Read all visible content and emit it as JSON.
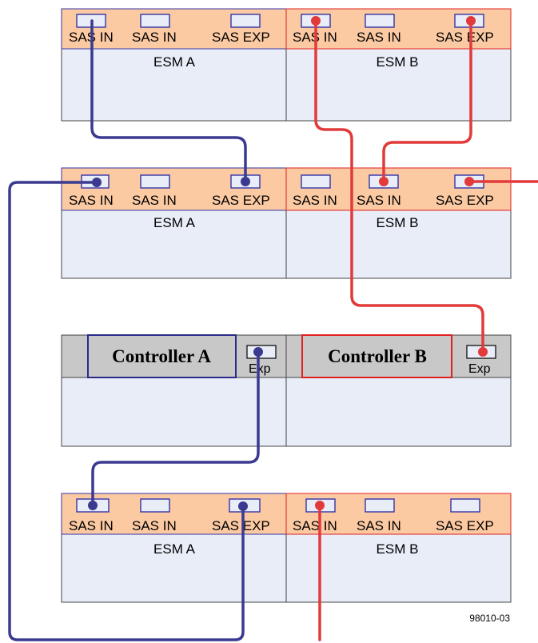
{
  "shelves": [
    {
      "left": {
        "ports": [
          "SAS IN",
          "SAS IN",
          "SAS EXP"
        ],
        "title": "ESM A"
      },
      "right": {
        "ports": [
          "SAS IN",
          "SAS IN",
          "SAS EXP"
        ],
        "title": "ESM B"
      }
    },
    {
      "left": {
        "ports": [
          "SAS IN",
          "SAS IN",
          "SAS EXP"
        ],
        "title": "ESM A"
      },
      "right": {
        "ports": [
          "SAS IN",
          "SAS IN",
          "SAS EXP"
        ],
        "title": "ESM B"
      }
    },
    {
      "left": {
        "ports": [
          "SAS IN",
          "SAS IN",
          "SAS EXP"
        ],
        "title": "ESM A"
      },
      "right": {
        "ports": [
          "SAS IN",
          "SAS IN",
          "SAS EXP"
        ],
        "title": "ESM B"
      }
    }
  ],
  "controllers": {
    "a": {
      "title": "Controller A",
      "port": "Exp"
    },
    "b": {
      "title": "Controller B",
      "port": "Exp"
    }
  },
  "figure_id": "98010-03",
  "colors": {
    "esm_header": "#fbc9a2",
    "body": "#e8edf7",
    "ctrl_header": "#c8c8c8",
    "port_fill": "#e8edf7",
    "blue_border": "#3535a8",
    "red_border": "#e02020",
    "blue_cable": "#3a3a90",
    "red_cable": "#e23a3a"
  }
}
